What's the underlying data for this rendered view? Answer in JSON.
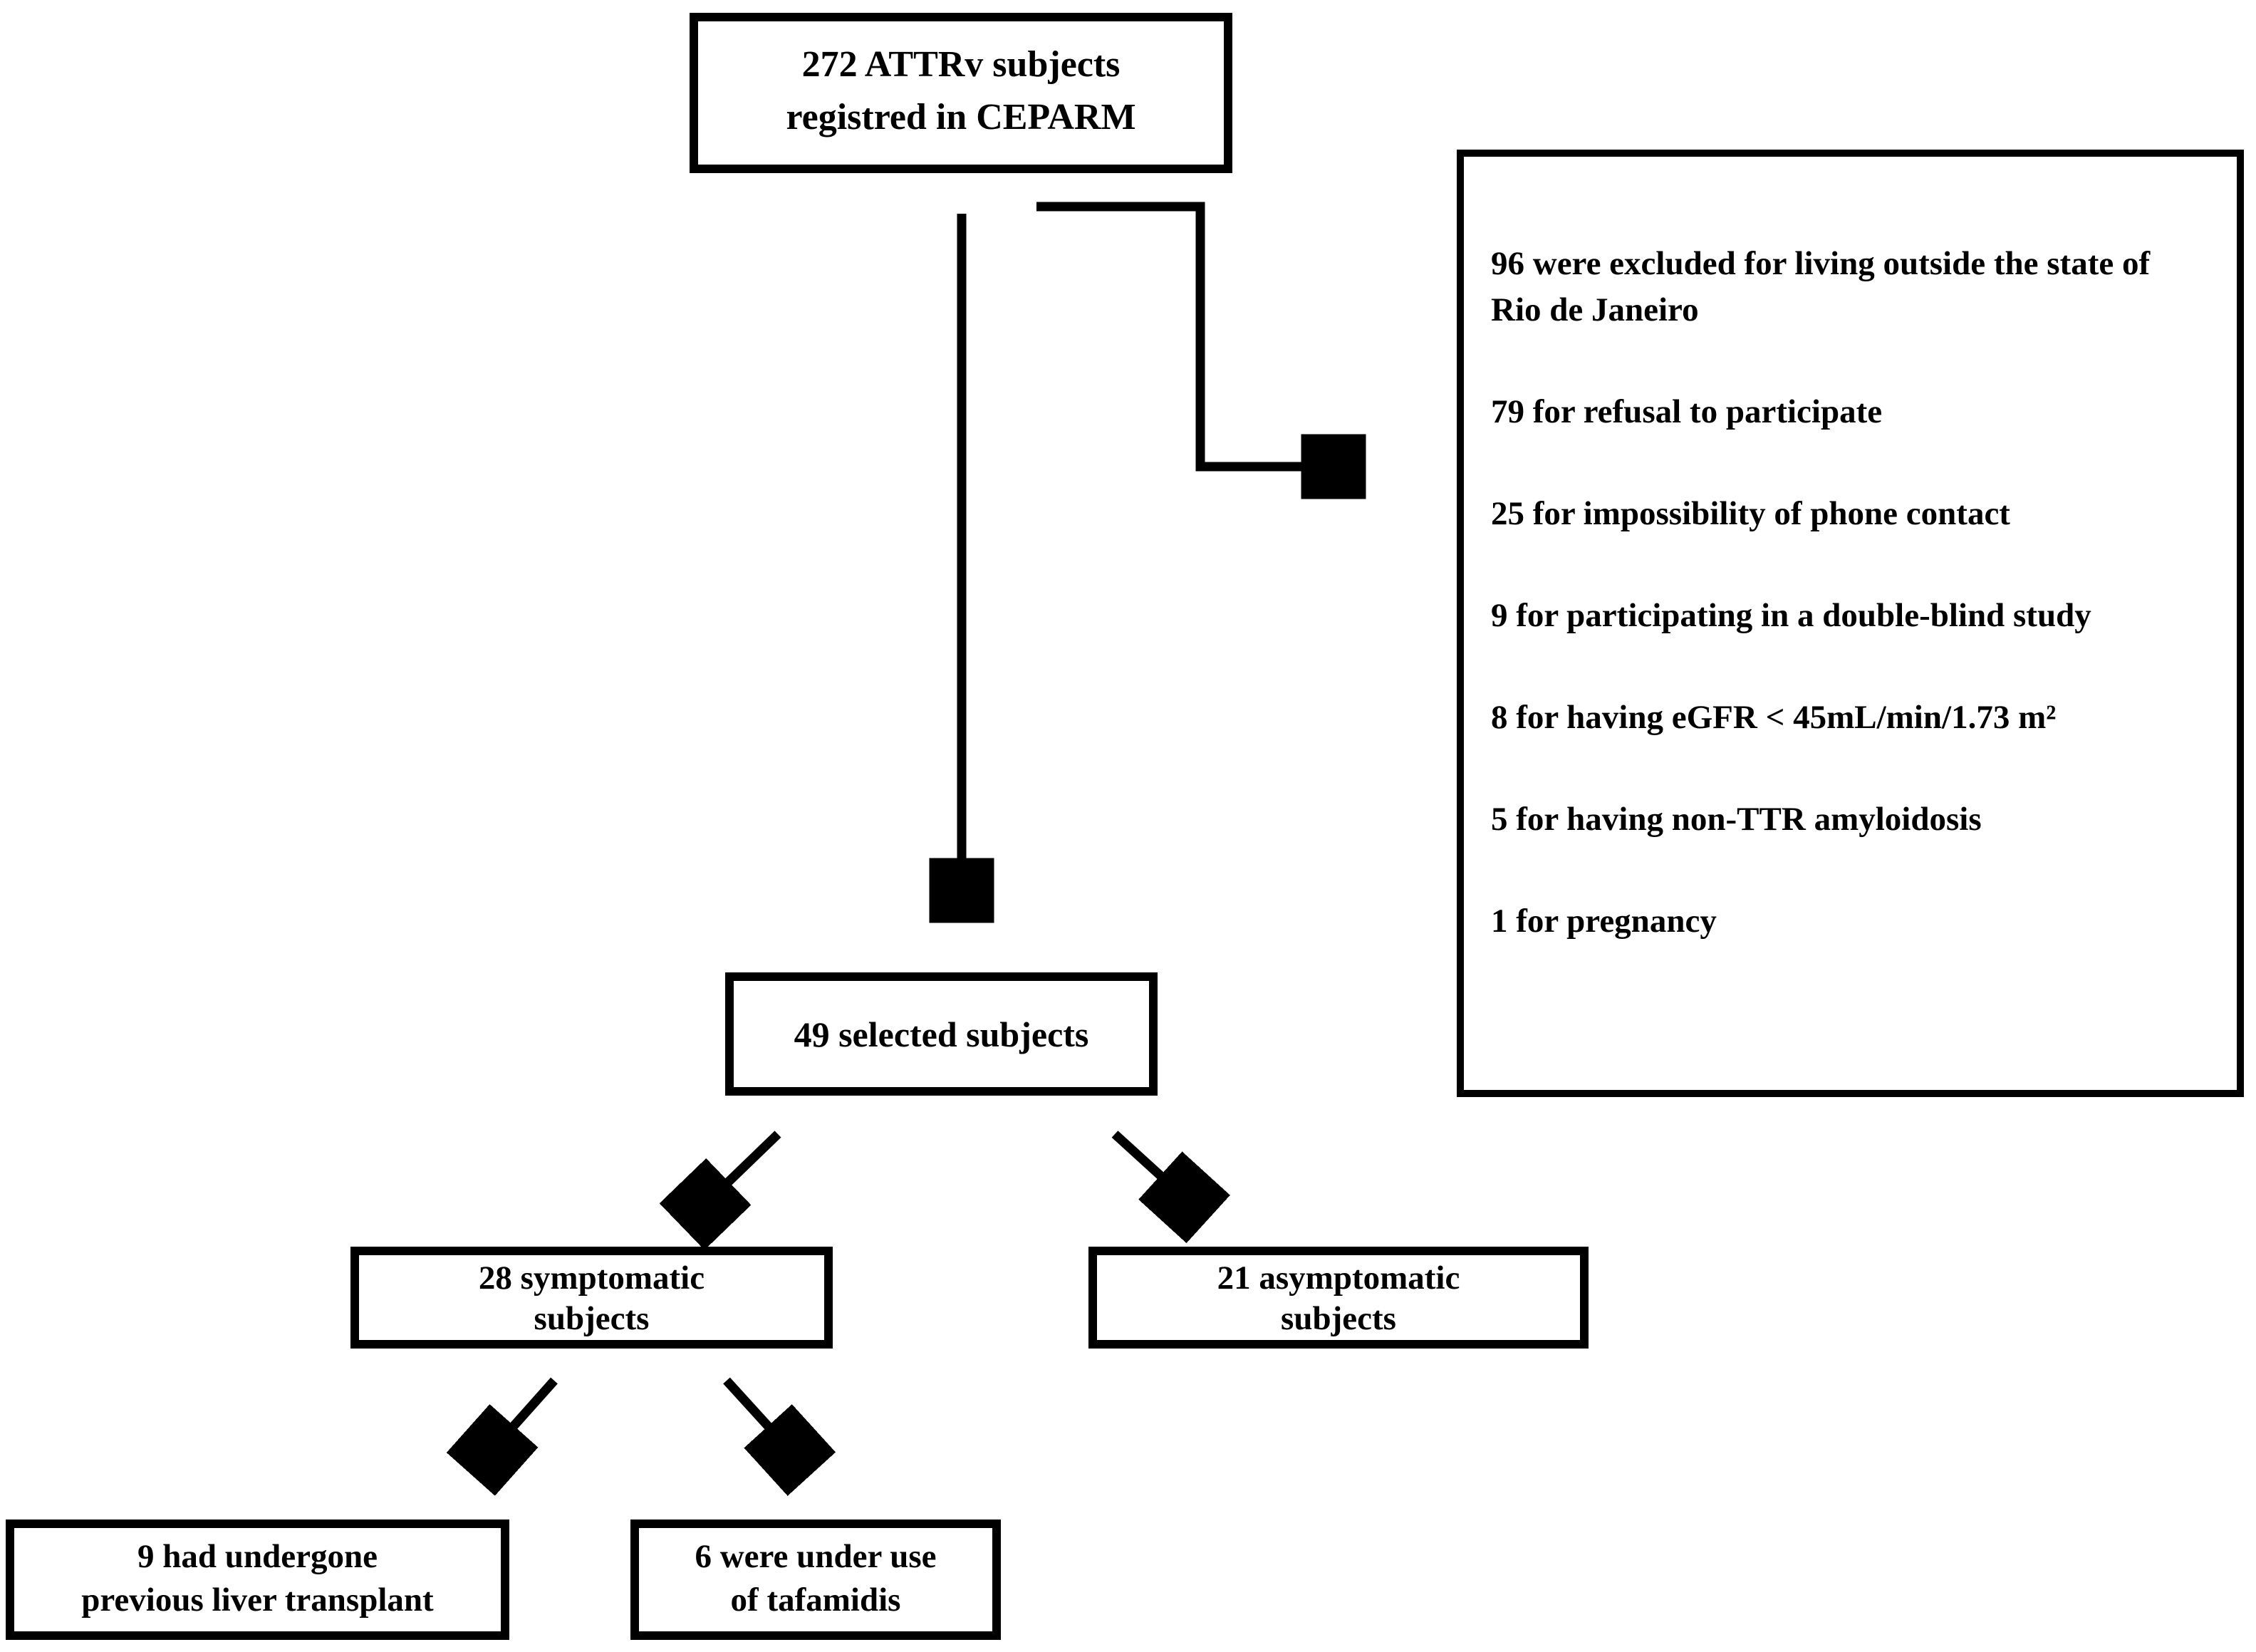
{
  "diagram": {
    "boxes": {
      "registered": {
        "lines": [
          "272 ATTRv subjects",
          "registred in CEPARM"
        ]
      },
      "excluded": {
        "reasons": [
          "96 were excluded for living outside the state of Rio de Janeiro",
          "79 for refusal to participate",
          "25 for impossibility of phone contact",
          "9 for participating in a double-blind study",
          "8 for having eGFR < 45mL/min/1.73 m²",
          "5 for having non-TTR amyloidosis",
          "1 for pregnancy"
        ]
      },
      "selected": {
        "lines": [
          "49 selected subjects"
        ]
      },
      "symptomatic": {
        "lines": [
          "28 symptomatic",
          "subjects"
        ]
      },
      "asymptomatic": {
        "lines": [
          "21 asymptomatic",
          "subjects"
        ]
      },
      "transplant": {
        "lines": [
          "9 had undergone",
          "previous liver transplant"
        ]
      },
      "tafamidis": {
        "lines": [
          "6 were under use",
          "of tafamidis"
        ]
      }
    },
    "colors": {
      "line": "#000000",
      "text": "#000000",
      "background": "#ffffff"
    }
  }
}
